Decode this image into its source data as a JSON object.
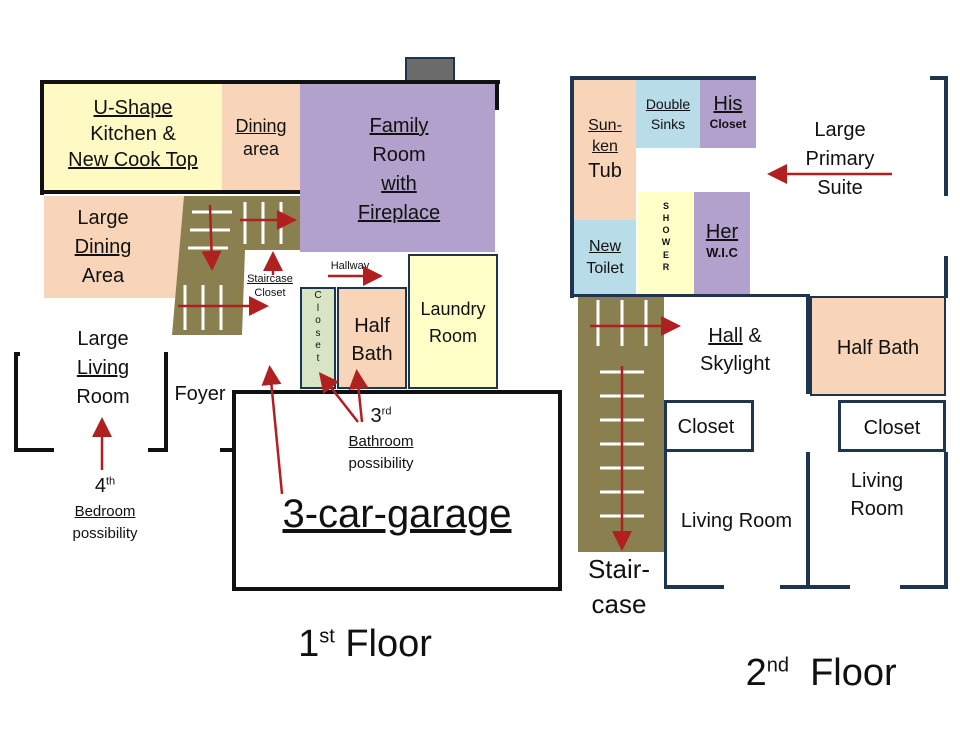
{
  "colors": {
    "kitchen": "#fff9c4",
    "dining": "#f8d5b8",
    "family": "#b2a1cc",
    "bath_blue": "#b8dce8",
    "laundry": "#ffffc8",
    "closet_green": "#d7e5c4",
    "stairs": "#8a7f4e",
    "arrow": "#b02020",
    "wall_dark": "#111111",
    "wall_blue": "#1e3550"
  },
  "first_floor": {
    "title_base": "1",
    "title_sup": "st",
    "title_rest": " Floor",
    "kitchen": {
      "line1": "U-Shape",
      "line2": "Kitchen &",
      "line3": "New Cook Top"
    },
    "dining_area": {
      "line1": "Dining",
      "line2": "area"
    },
    "family_room": {
      "line1": "Family",
      "line2": "Room",
      "line3": "with",
      "line4": "Fireplace"
    },
    "large_dining": {
      "line1": "Large",
      "line2": "Dining",
      "line3": "Area"
    },
    "staircase_closet": {
      "line1": "Staircase",
      "line2": "Closet"
    },
    "hallway": "Hallway",
    "closet_vertical": "Closet",
    "half_bath": {
      "line1": "Half",
      "line2": "Bath"
    },
    "laundry": {
      "line1": "Laundry",
      "line2": "Room"
    },
    "living_room": {
      "line1": "Large",
      "line2": "Living",
      "line3": "Room"
    },
    "foyer": "Foyer",
    "garage": "3-car-garage",
    "third_bath": {
      "num": "3",
      "sup": "rd",
      "line2": "Bathroom",
      "line3": "possibility"
    },
    "fourth_bed": {
      "num": "4",
      "sup": "th",
      "line2": "Bedroom",
      "line3": "possibility"
    }
  },
  "second_floor": {
    "title_base": "2",
    "title_sup": "nd",
    "title_rest": "  Floor",
    "sunken_tub": {
      "line1": "Sun-",
      "line2": "ken",
      "line3": "Tub"
    },
    "double_sinks": {
      "line1": "Double",
      "line2": "Sinks"
    },
    "his_closet": {
      "line1": "His",
      "line2": "Closet"
    },
    "primary_suite": {
      "line1": "Large",
      "line2": "Primary",
      "line3": "Suite"
    },
    "new_toilet": {
      "line1": "New",
      "line2": "Toilet"
    },
    "shower": "SHOWER",
    "her_wic": {
      "line1": "Her",
      "line2": "W.I.C"
    },
    "hall_skylight": {
      "line1": "Hall",
      "line2": " &",
      "line3": "Skylight"
    },
    "half_bath": "Half Bath",
    "closet_left": "Closet",
    "closet_right": "Closet",
    "living_room_left": "Living Room",
    "living_room_right": {
      "line1": "Living",
      "line2": "Room"
    },
    "staircase": {
      "line1": "Stair-",
      "line2": "case"
    }
  }
}
